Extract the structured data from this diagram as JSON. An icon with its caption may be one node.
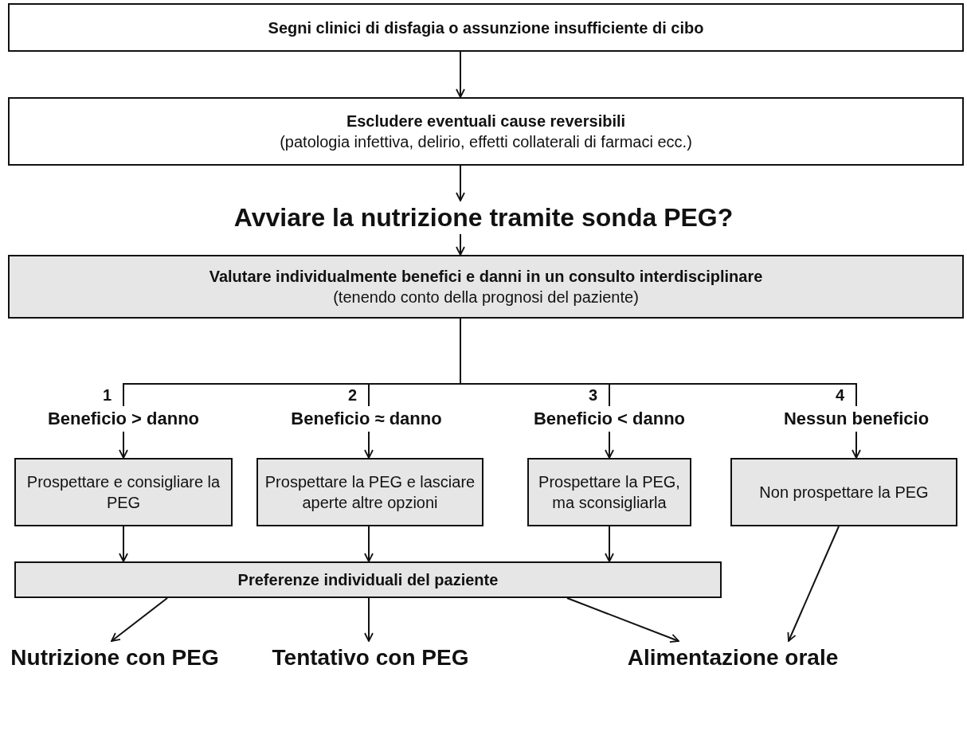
{
  "diagram": {
    "nodes": [
      {
        "text": [
          "Segni clinici di disfagia o assunzione insufficiente di cibo"
        ]
      },
      {
        "text": [
          "Escludere eventuali cause reversibili",
          "(patologia infettiva, delirio, effetti collaterali di farmaci ecc.)"
        ]
      },
      {
        "text": [
          "Avviare la nutrizione tramite sonda PEG?"
        ]
      },
      {
        "text": [
          "Valutare individualmente benefici e danni in un consulto interdisciplinare",
          "(tenendo conto della prognosi del paziente)"
        ]
      },
      {
        "text": [
          "Beneficio > danno"
        ]
      },
      {
        "text": [
          "Beneficio ≈ danno"
        ]
      },
      {
        "text": [
          "Beneficio < danno"
        ]
      },
      {
        "text": [
          "Nessun beneficio"
        ]
      },
      {
        "text": [
          "Prospettare e consigliare la PEG"
        ]
      },
      {
        "text": [
          "Prospettare la PEG e lasciare aperte altre opzioni"
        ]
      },
      {
        "text": [
          "Prospettare la PEG, ma sconsigliarla"
        ]
      },
      {
        "text": [
          "Non prospettare la PEG"
        ]
      },
      {
        "text": [
          "Preferenze individuali del paziente"
        ]
      },
      {
        "text": [
          "Nutrizione con PEG"
        ]
      },
      {
        "text": [
          "Tentativo con PEG"
        ]
      },
      {
        "text": [
          "Alimentazione orale"
        ]
      }
    ],
    "edges": [
      {
        "from": 0,
        "to": 1,
        "arrow": "to"
      },
      {
        "from": 1,
        "to": 2,
        "arrow": "to"
      },
      {
        "from": 2,
        "to": 3,
        "arrow": "to"
      },
      {
        "from": 3,
        "to": 4,
        "arrow": "none",
        "label": "1"
      },
      {
        "from": 3,
        "to": 5,
        "arrow": "none",
        "label": "2"
      },
      {
        "from": 3,
        "to": 6,
        "arrow": "none",
        "label": "3"
      },
      {
        "from": 3,
        "to": 7,
        "arrow": "none",
        "label": "4"
      },
      {
        "from": 4,
        "to": 8,
        "arrow": "to"
      },
      {
        "from": 5,
        "to": 9,
        "arrow": "to"
      },
      {
        "from": 6,
        "to": 10,
        "arrow": "to"
      },
      {
        "from": 7,
        "to": 11,
        "arrow": "to"
      },
      {
        "from": 8,
        "to": 12,
        "arrow": "to"
      },
      {
        "from": 9,
        "to": 12,
        "arrow": "to"
      },
      {
        "from": 10,
        "to": 12,
        "arrow": "to"
      },
      {
        "from": 12,
        "to": 13,
        "arrow": "to"
      },
      {
        "from": 12,
        "to": 14,
        "arrow": "to"
      },
      {
        "from": 12,
        "to": 15,
        "arrow": "to"
      },
      {
        "from": 11,
        "to": 15,
        "arrow": "to"
      }
    ]
  }
}
